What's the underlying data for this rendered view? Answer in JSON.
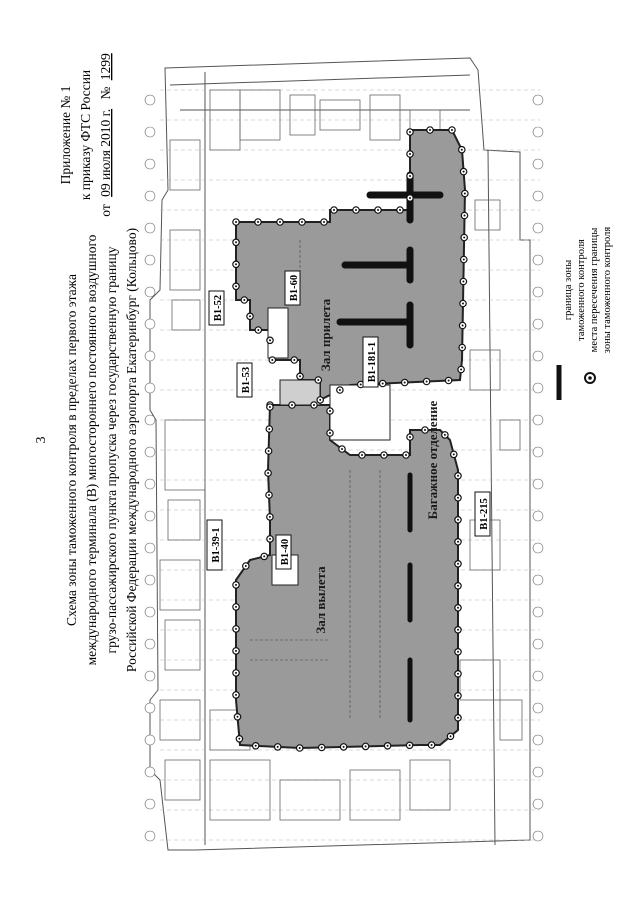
{
  "page_number": "3",
  "appendix": {
    "line1": "Приложение № 1",
    "line2": "к приказу ФТС России",
    "line3_prefix": "от",
    "date": "09 июля 2010 г.",
    "number_prefix": "№",
    "number": "1299"
  },
  "title": {
    "line1": "Схема зоны таможенного контроля в пределах первого этажа",
    "line2": "международного терминала (В) многостороннего постоянного воздушного",
    "line3": "грузо-пассажирского пункта пропуска через государственную границу",
    "line4": "Российской Федерации международного аэропорта Екатеринбург (Кольцово)"
  },
  "zones": {
    "arrival": "Зал прилета",
    "departure": "Зал вылета",
    "baggage": "Багажное отделение"
  },
  "room_labels": {
    "b1_52": "В1-52",
    "b1_60": "В1-60",
    "b1_53": "В1-53",
    "b1_181_1": "В1-181-1",
    "b1_215": "В1-215",
    "b1_39_1": "В1-39-1",
    "b1_40": "В1-40"
  },
  "legend": {
    "boundary_line1": "граница зоны",
    "boundary_line2": "таможенного контроля",
    "crossing_line1": "места пересечения границы",
    "crossing_line2": "зоны таможенного контроля"
  },
  "colors": {
    "zone_fill": "#9a9a9a",
    "zone_border": "#222222",
    "walls": "#555555",
    "background": "#ffffff"
  }
}
